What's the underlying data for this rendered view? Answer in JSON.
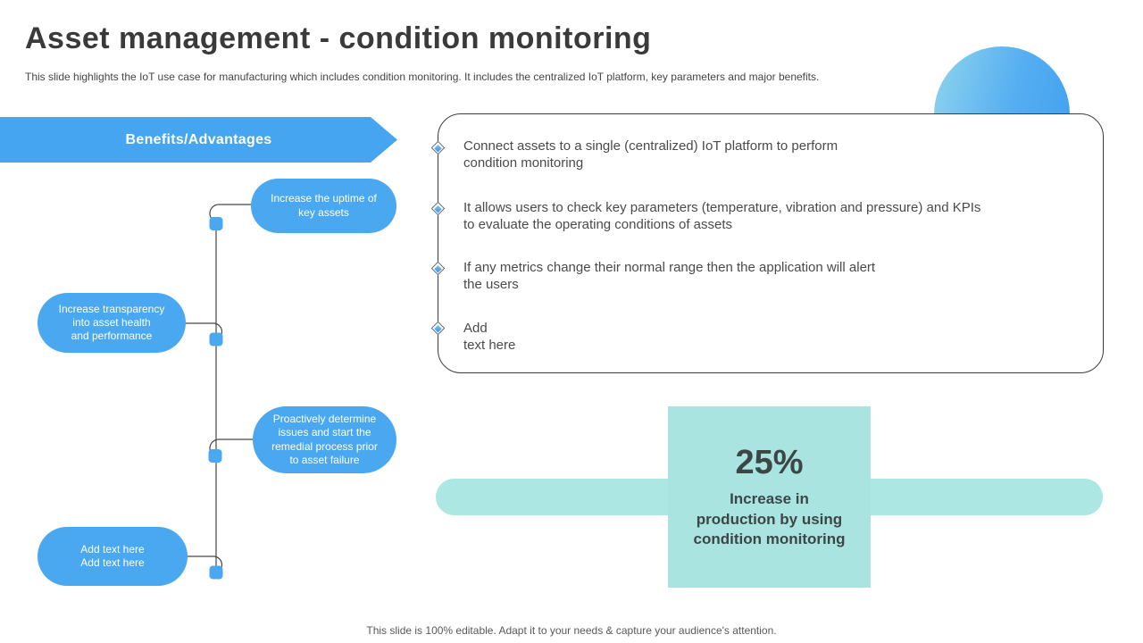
{
  "slide": {
    "title": "Asset management - condition monitoring",
    "subtitle": "This slide highlights the IoT use case for manufacturing which includes condition monitoring. It includes the centralized IoT platform, key parameters and major benefits.",
    "footer": "This slide is 100% editable. Adapt it to your needs & capture your audience's attention."
  },
  "banner": {
    "label": "Benefits/Advantages"
  },
  "benefits": {
    "items": [
      {
        "text": "Increase the uptime of\nkey assets"
      },
      {
        "text": "Increase transparency\ninto asset health\nand performance"
      },
      {
        "text": "Proactively determine\nissues and start the\nremedial process prior\nto asset failure"
      },
      {
        "text": "Add text here\nAdd text here"
      }
    ]
  },
  "platform_panel": {
    "points": [
      {
        "text": "Connect assets to a single (centralized) IoT platform to perform\ncondition monitoring"
      },
      {
        "text": "It allows users to check key parameters (temperature, vibration and pressure) and KPIs\nto evaluate the operating conditions of assets"
      },
      {
        "text": "If any metrics change their normal range then the application will alert\nthe users"
      },
      {
        "text": "Add\ntext here"
      }
    ]
  },
  "stat": {
    "value": "25%",
    "caption": "Increase in\nproduction by using\ncondition monitoring"
  },
  "icons": {
    "bullet": "diamond-bullet-icon",
    "decorative": "decorative-circle"
  },
  "colors": {
    "accent_blue": "#4aa8f0",
    "accent_teal": "#a9e4e1",
    "teal_bar": "#ace7e4",
    "text_dark": "#3a3a3a",
    "text_gray": "#4a4a4a"
  }
}
